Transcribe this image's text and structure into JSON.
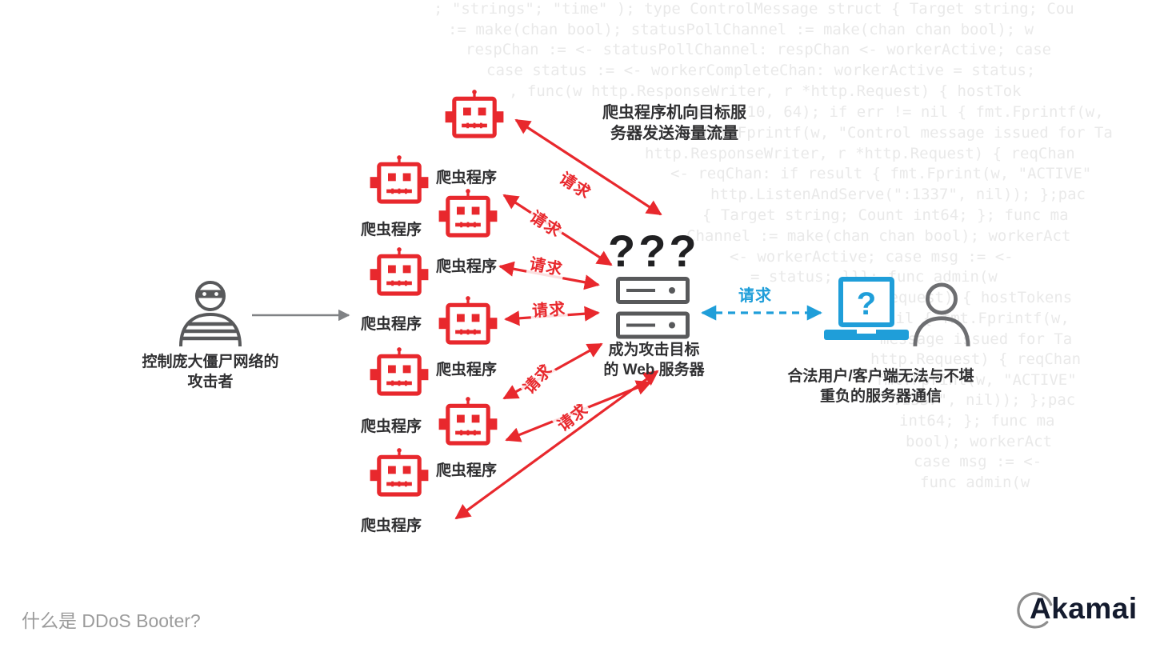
{
  "colors": {
    "bot_red": "#e8282d",
    "icon_gray": "#58595b",
    "accent_blue": "#1f9ed9",
    "text_dark": "#303032",
    "code_gray": "#e9e9e9",
    "caption_gray": "#9b9b9b",
    "logo_navy": "#141b2e"
  },
  "labels": {
    "bot": "爬虫程序",
    "request": "请求"
  },
  "attacker": {
    "label": [
      "控制庞大僵尸网络的",
      "攻击者"
    ]
  },
  "traffic_note": {
    "lines": [
      "爬虫程序机向目标服",
      "务器发送海量流量"
    ]
  },
  "target": {
    "qmarks": "???",
    "label": [
      "成为攻击目标",
      "的 Web 服务器"
    ]
  },
  "client": {
    "laptop_qmark": "?",
    "label": [
      "合法用户/客户端无法与不堪",
      "重负的服务器通信"
    ]
  },
  "footer": {
    "caption": "什么是 DDoS Booter?",
    "logo_text": "Akamai"
  },
  "code": {
    "lines": [
      "; \"strings\"; \"time\" ); type ControlMessage struct { Target string; Cou",
      ":= make(chan bool); statusPollChannel := make(chan chan bool); w",
      "respChan := <- statusPollChannel: respChan <- workerActive; case",
      "case status := <- workerCompleteChan: workerActive = status;",
      ", func(w http.ResponseWriter, r *http.Request) { hostTok",
      "\"int\"), 10, 64); if err != nil { fmt.Fprintf(w,",
      "fmt.Fprintf(w, \"Control message issued for Ta",
      "http.ResponseWriter, r *http.Request) { reqChan",
      "<- reqChan: if result { fmt.Fprint(w, \"ACTIVE\"",
      "http.ListenAndServe(\":1337\", nil)); };pac",
      "{ Target string; Count int64; }; func ma",
      "Channel := make(chan chan bool); workerAct",
      "<- workerActive; case msg := <-",
      "= status; }}}; func admin(w",
      "Request) { hostTokens",
      "nil { fmt.Fprintf(w,",
      "message issued for Ta",
      "http.Request) { reqChan",
      "fmt.Fprint(w, \"ACTIVE\"",
      "\":1337\", nil)); };pac",
      "int64; }; func ma",
      "bool); workerAct",
      "case msg := <-",
      "func admin(w"
    ]
  }
}
